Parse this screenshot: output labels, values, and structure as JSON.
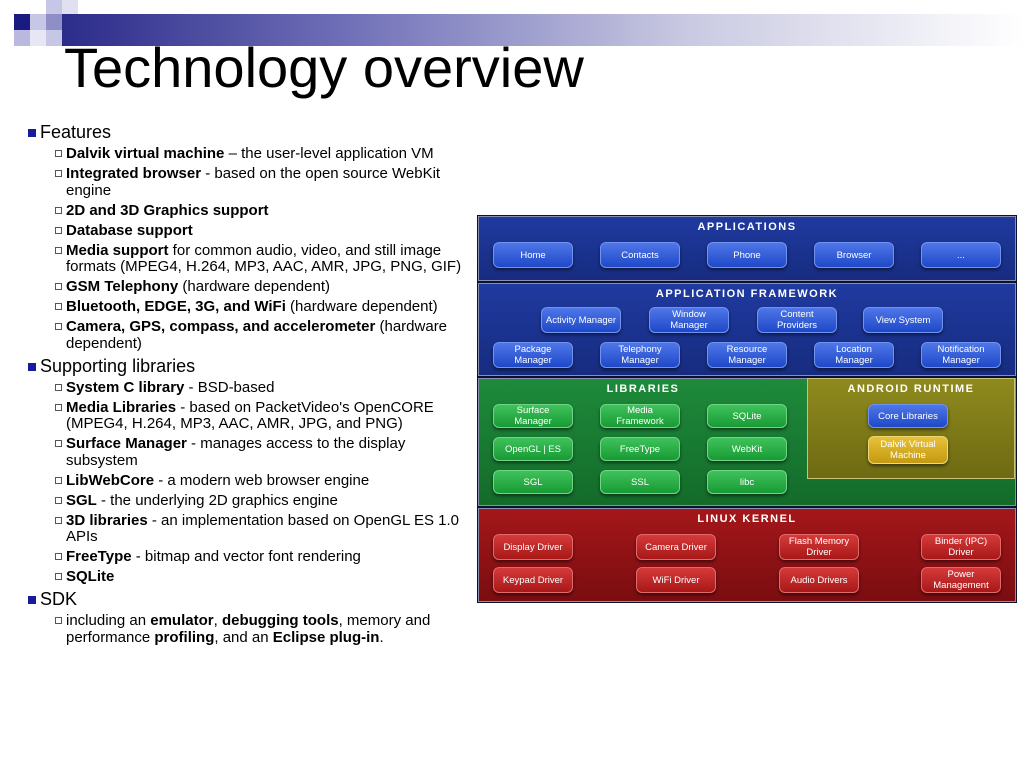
{
  "slide": {
    "title": "Technology overview"
  },
  "content": {
    "features": {
      "heading": "Features",
      "items": [
        {
          "bold": "Dalvik virtual machine",
          "text": " – the user-level application VM"
        },
        {
          "bold": "Integrated browser",
          "text": " - based on the open source WebKit engine"
        },
        {
          "bold": "2D and 3D Graphics support",
          "text": ""
        },
        {
          "bold": "Database support",
          "text": ""
        },
        {
          "bold": "Media support",
          "text": " for common audio, video, and still image formats (MPEG4, H.264, MP3, AAC, AMR, JPG, PNG, GIF)"
        },
        {
          "bold": "GSM Telephony",
          "text": " (hardware dependent)"
        },
        {
          "bold": "Bluetooth, EDGE, 3G, and WiFi",
          "text": " (hardware dependent)"
        },
        {
          "bold": "Camera, GPS, compass, and accelerometer",
          "text": " (hardware dependent)"
        }
      ]
    },
    "libraries": {
      "heading": "Supporting libraries",
      "items": [
        {
          "bold": "System C library",
          "text": " - BSD-based"
        },
        {
          "bold": "Media Libraries",
          "text": " - based on PacketVideo's OpenCORE (MPEG4, H.264, MP3, AAC, AMR, JPG, and PNG)"
        },
        {
          "bold": "Surface Manager",
          "text": " - manages access to the display subsystem"
        },
        {
          "bold": "LibWebCore",
          "text": " - a modern web browser engine"
        },
        {
          "bold": "SGL",
          "text": " - the underlying 2D graphics engine"
        },
        {
          "bold": "3D libraries",
          "text": " - an implementation based on OpenGL ES 1.0 APIs"
        },
        {
          "bold": "FreeType",
          "text": " - bitmap and vector font rendering"
        },
        {
          "bold": "SQLite",
          "text": ""
        }
      ]
    },
    "sdk": {
      "heading": "SDK",
      "parts": [
        "including an ",
        "emulator",
        ", ",
        "debugging tools",
        ", memory and performance ",
        "profiling",
        ", and an ",
        "Eclipse plug-in",
        "."
      ]
    }
  },
  "diagram": {
    "applications": {
      "title": "APPLICATIONS",
      "items": [
        "Home",
        "Contacts",
        "Phone",
        "Browser",
        "..."
      ]
    },
    "framework": {
      "title": "APPLICATION FRAMEWORK",
      "row1": [
        "Activity Manager",
        "Window Manager",
        "Content Providers",
        "View System"
      ],
      "row2": [
        "Package Manager",
        "Telephony Manager",
        "Resource Manager",
        "Location Manager",
        "Notification Manager"
      ]
    },
    "libraries": {
      "title": "LIBRARIES",
      "items": [
        "Surface Manager",
        "Media Framework",
        "SQLite",
        "OpenGL | ES",
        "FreeType",
        "WebKit",
        "SGL",
        "SSL",
        "libc"
      ]
    },
    "runtime": {
      "title": "ANDROID RUNTIME",
      "items": [
        "Core Libraries",
        "Dalvik Virtual Machine"
      ]
    },
    "kernel": {
      "title": "LINUX KERNEL",
      "row1": [
        "Display Driver",
        "Camera Driver",
        "Flash Memory Driver",
        "Binder (IPC) Driver"
      ],
      "row2": [
        "Keypad Driver",
        "WiFi Driver",
        "Audio Drivers",
        "Power Management"
      ]
    }
  },
  "colors": {
    "bullet_l1": "#1a1a9c",
    "apps_layer": "#1f3aa0",
    "libraries_layer": "#1e8a3a",
    "runtime_layer": "#8f8a1e",
    "kernel_layer": "#a4171a"
  }
}
